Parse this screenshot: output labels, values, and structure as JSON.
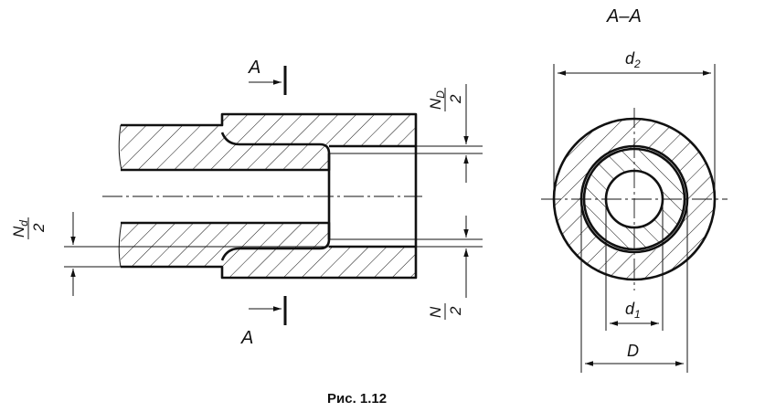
{
  "drawing": {
    "section_title": "A–A",
    "caption": "Рис. 1.12",
    "cut_label_top": "A",
    "cut_label_bottom": "A",
    "dim_d2": "d",
    "dim_d2_sub": "2",
    "dim_d1": "d",
    "dim_d1_sub": "1",
    "dim_D": "D",
    "dim_ND_num": "N",
    "dim_ND_num_sub": "D",
    "dim_ND_den": "2",
    "dim_Nd_num": "N",
    "dim_Nd_num_sub": "d",
    "dim_Nd_den": "2",
    "dim_N_num": "N",
    "dim_N_den": "2"
  }
}
